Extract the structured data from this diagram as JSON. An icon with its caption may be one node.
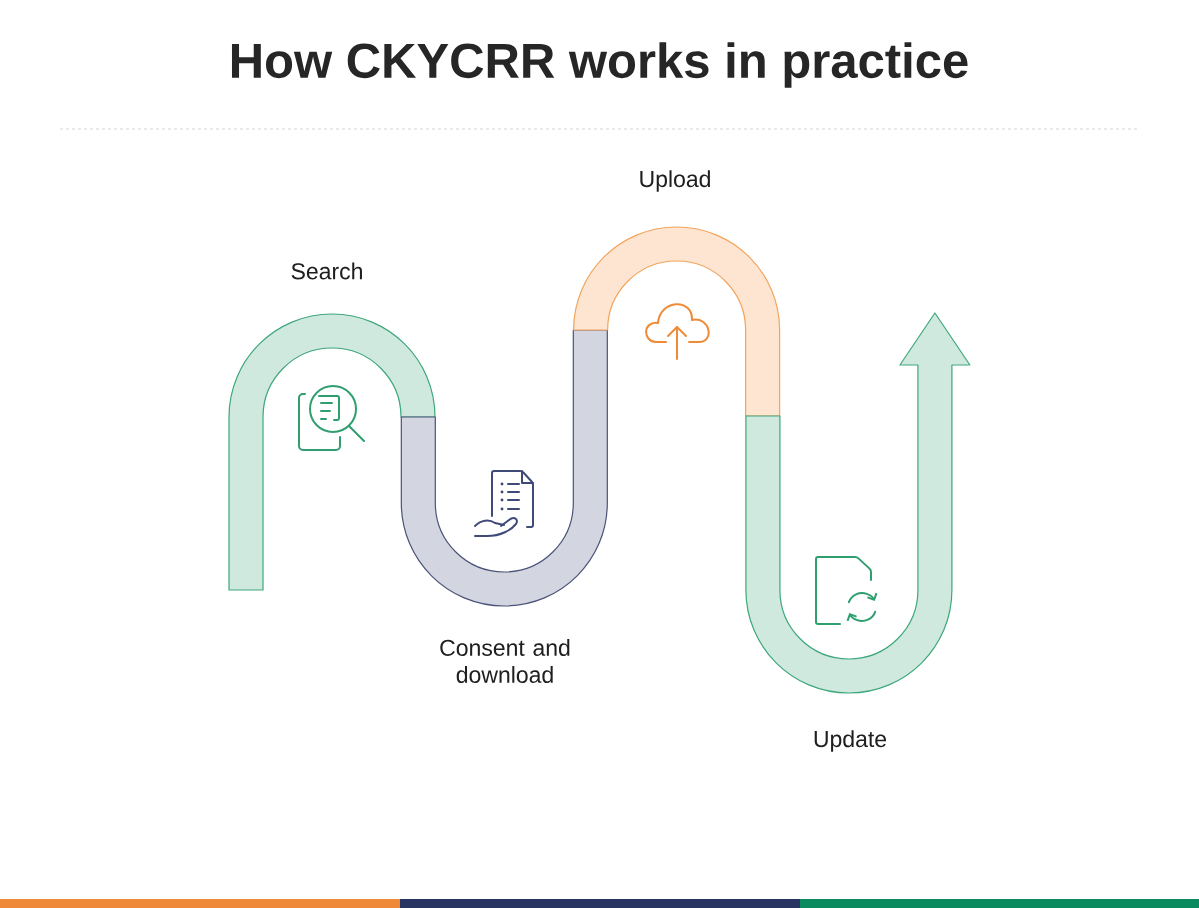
{
  "diagram": {
    "title": "How CKYCRR works in practice",
    "nodes": [
      {
        "text": [
          "Search"
        ]
      },
      {
        "text": [
          "Consent and download"
        ]
      },
      {
        "text": [
          "Upload"
        ]
      },
      {
        "text": [
          "Update"
        ]
      }
    ]
  }
}
